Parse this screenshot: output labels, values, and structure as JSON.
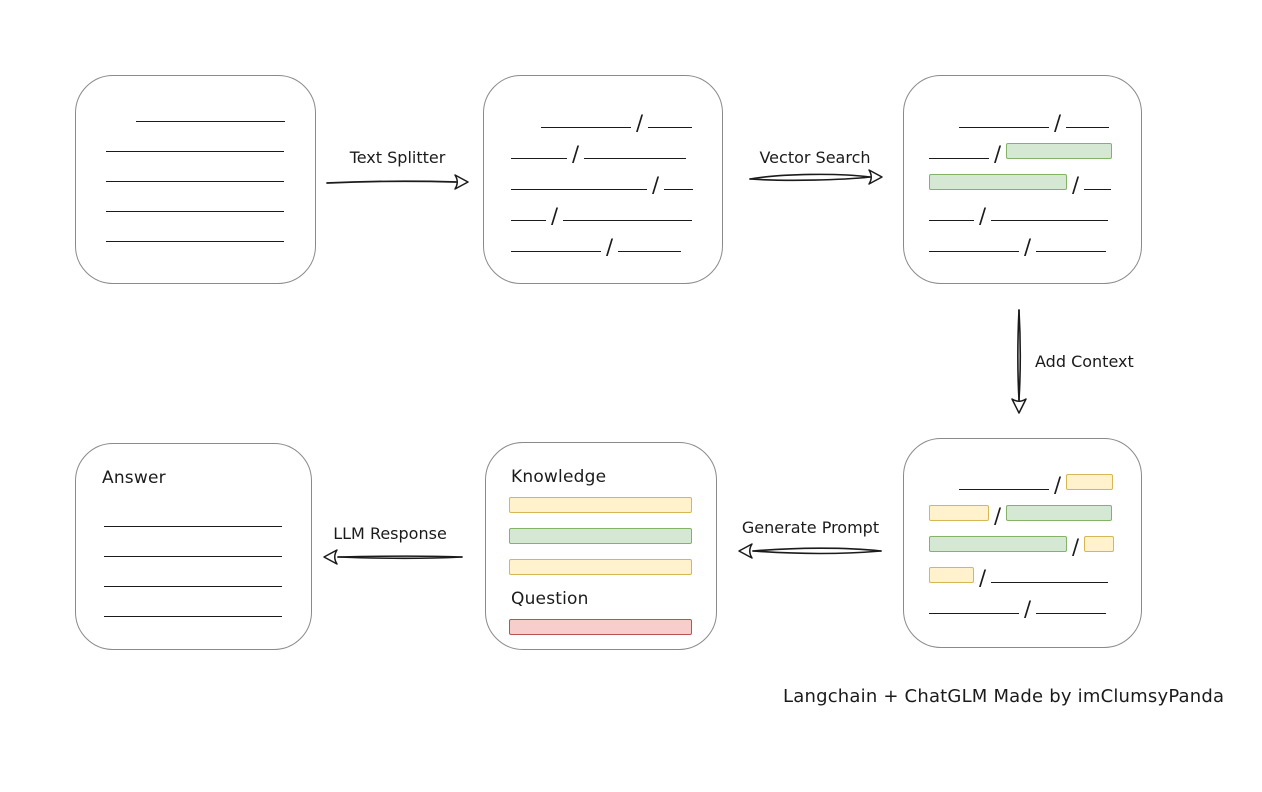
{
  "caption": "Langchain + ChatGLM Made by imClumsyPanda",
  "colors": {
    "ink": "#1b1b1b",
    "box_border": "#8a8a8a",
    "green_fill": "#d5e8d4",
    "green_border": "#82b366",
    "yellow_fill": "#fff2cc",
    "yellow_border": "#d6b656",
    "red_fill": "#f8cecc",
    "red_border": "#b85450"
  },
  "arrows": [
    {
      "label": "Text Splitter",
      "direction": "right"
    },
    {
      "label": "Vector Search",
      "direction": "right"
    },
    {
      "label": "Add Context",
      "direction": "down"
    },
    {
      "label": "Generate Prompt",
      "direction": "left"
    },
    {
      "label": "LLM Response",
      "direction": "left"
    }
  ],
  "boxes": {
    "document": {
      "rows": [
        [
          {
            "t": "indent",
            "w": 30
          },
          {
            "t": "line",
            "w": 149
          }
        ],
        [
          {
            "t": "line",
            "w": 178
          }
        ],
        [
          {
            "t": "line",
            "w": 178
          }
        ],
        [
          {
            "t": "line",
            "w": 178
          }
        ],
        [
          {
            "t": "line",
            "w": 178
          }
        ]
      ]
    },
    "split_text": {
      "rows": [
        [
          {
            "t": "indent",
            "w": 30
          },
          {
            "t": "line",
            "w": 90
          },
          {
            "t": "slash"
          },
          {
            "t": "line",
            "w": 44
          }
        ],
        [
          {
            "t": "line",
            "w": 56
          },
          {
            "t": "slash"
          },
          {
            "t": "line",
            "w": 102
          }
        ],
        [
          {
            "t": "line",
            "w": 136
          },
          {
            "t": "slash"
          },
          {
            "t": "line",
            "w": 29
          }
        ],
        [
          {
            "t": "line",
            "w": 35
          },
          {
            "t": "slash"
          },
          {
            "t": "line",
            "w": 129
          }
        ],
        [
          {
            "t": "line",
            "w": 90
          },
          {
            "t": "slash"
          },
          {
            "t": "line",
            "w": 63
          }
        ]
      ]
    },
    "vector_matched": {
      "rows": [
        [
          {
            "t": "indent",
            "w": 30
          },
          {
            "t": "line",
            "w": 90
          },
          {
            "t": "slash"
          },
          {
            "t": "line",
            "w": 43
          }
        ],
        [
          {
            "t": "line",
            "w": 60
          },
          {
            "t": "slash"
          },
          {
            "t": "chip-green",
            "w": 106
          }
        ],
        [
          {
            "t": "chip-green",
            "w": 138
          },
          {
            "t": "slash"
          },
          {
            "t": "line",
            "w": 27
          }
        ],
        [
          {
            "t": "line",
            "w": 45
          },
          {
            "t": "slash"
          },
          {
            "t": "line",
            "w": 117
          }
        ],
        [
          {
            "t": "line",
            "w": 90
          },
          {
            "t": "slash"
          },
          {
            "t": "line",
            "w": 70
          }
        ]
      ]
    },
    "context_added": {
      "rows": [
        [
          {
            "t": "indent",
            "w": 30
          },
          {
            "t": "line",
            "w": 90
          },
          {
            "t": "slash"
          },
          {
            "t": "chip-yellow",
            "w": 47
          }
        ],
        [
          {
            "t": "chip-yellow",
            "w": 60
          },
          {
            "t": "slash"
          },
          {
            "t": "chip-green",
            "w": 106
          }
        ],
        [
          {
            "t": "chip-green",
            "w": 138
          },
          {
            "t": "slash"
          },
          {
            "t": "chip-yellow",
            "w": 30
          }
        ],
        [
          {
            "t": "chip-yellow",
            "w": 45
          },
          {
            "t": "slash"
          },
          {
            "t": "line",
            "w": 117
          }
        ],
        [
          {
            "t": "line",
            "w": 90
          },
          {
            "t": "slash"
          },
          {
            "t": "line",
            "w": 70
          }
        ]
      ]
    },
    "prompt": {
      "knowledge_label": "Knowledge",
      "question_label": "Question",
      "knowledge_bars": [
        "chip-yellow",
        "chip-green",
        "chip-yellow"
      ],
      "question_bars": [
        "chip-red"
      ]
    },
    "answer": {
      "label": "Answer",
      "rows": [
        [
          {
            "t": "line",
            "w": 178
          }
        ],
        [
          {
            "t": "line",
            "w": 178
          }
        ],
        [
          {
            "t": "line",
            "w": 178
          }
        ],
        [
          {
            "t": "line",
            "w": 178
          }
        ]
      ]
    }
  }
}
